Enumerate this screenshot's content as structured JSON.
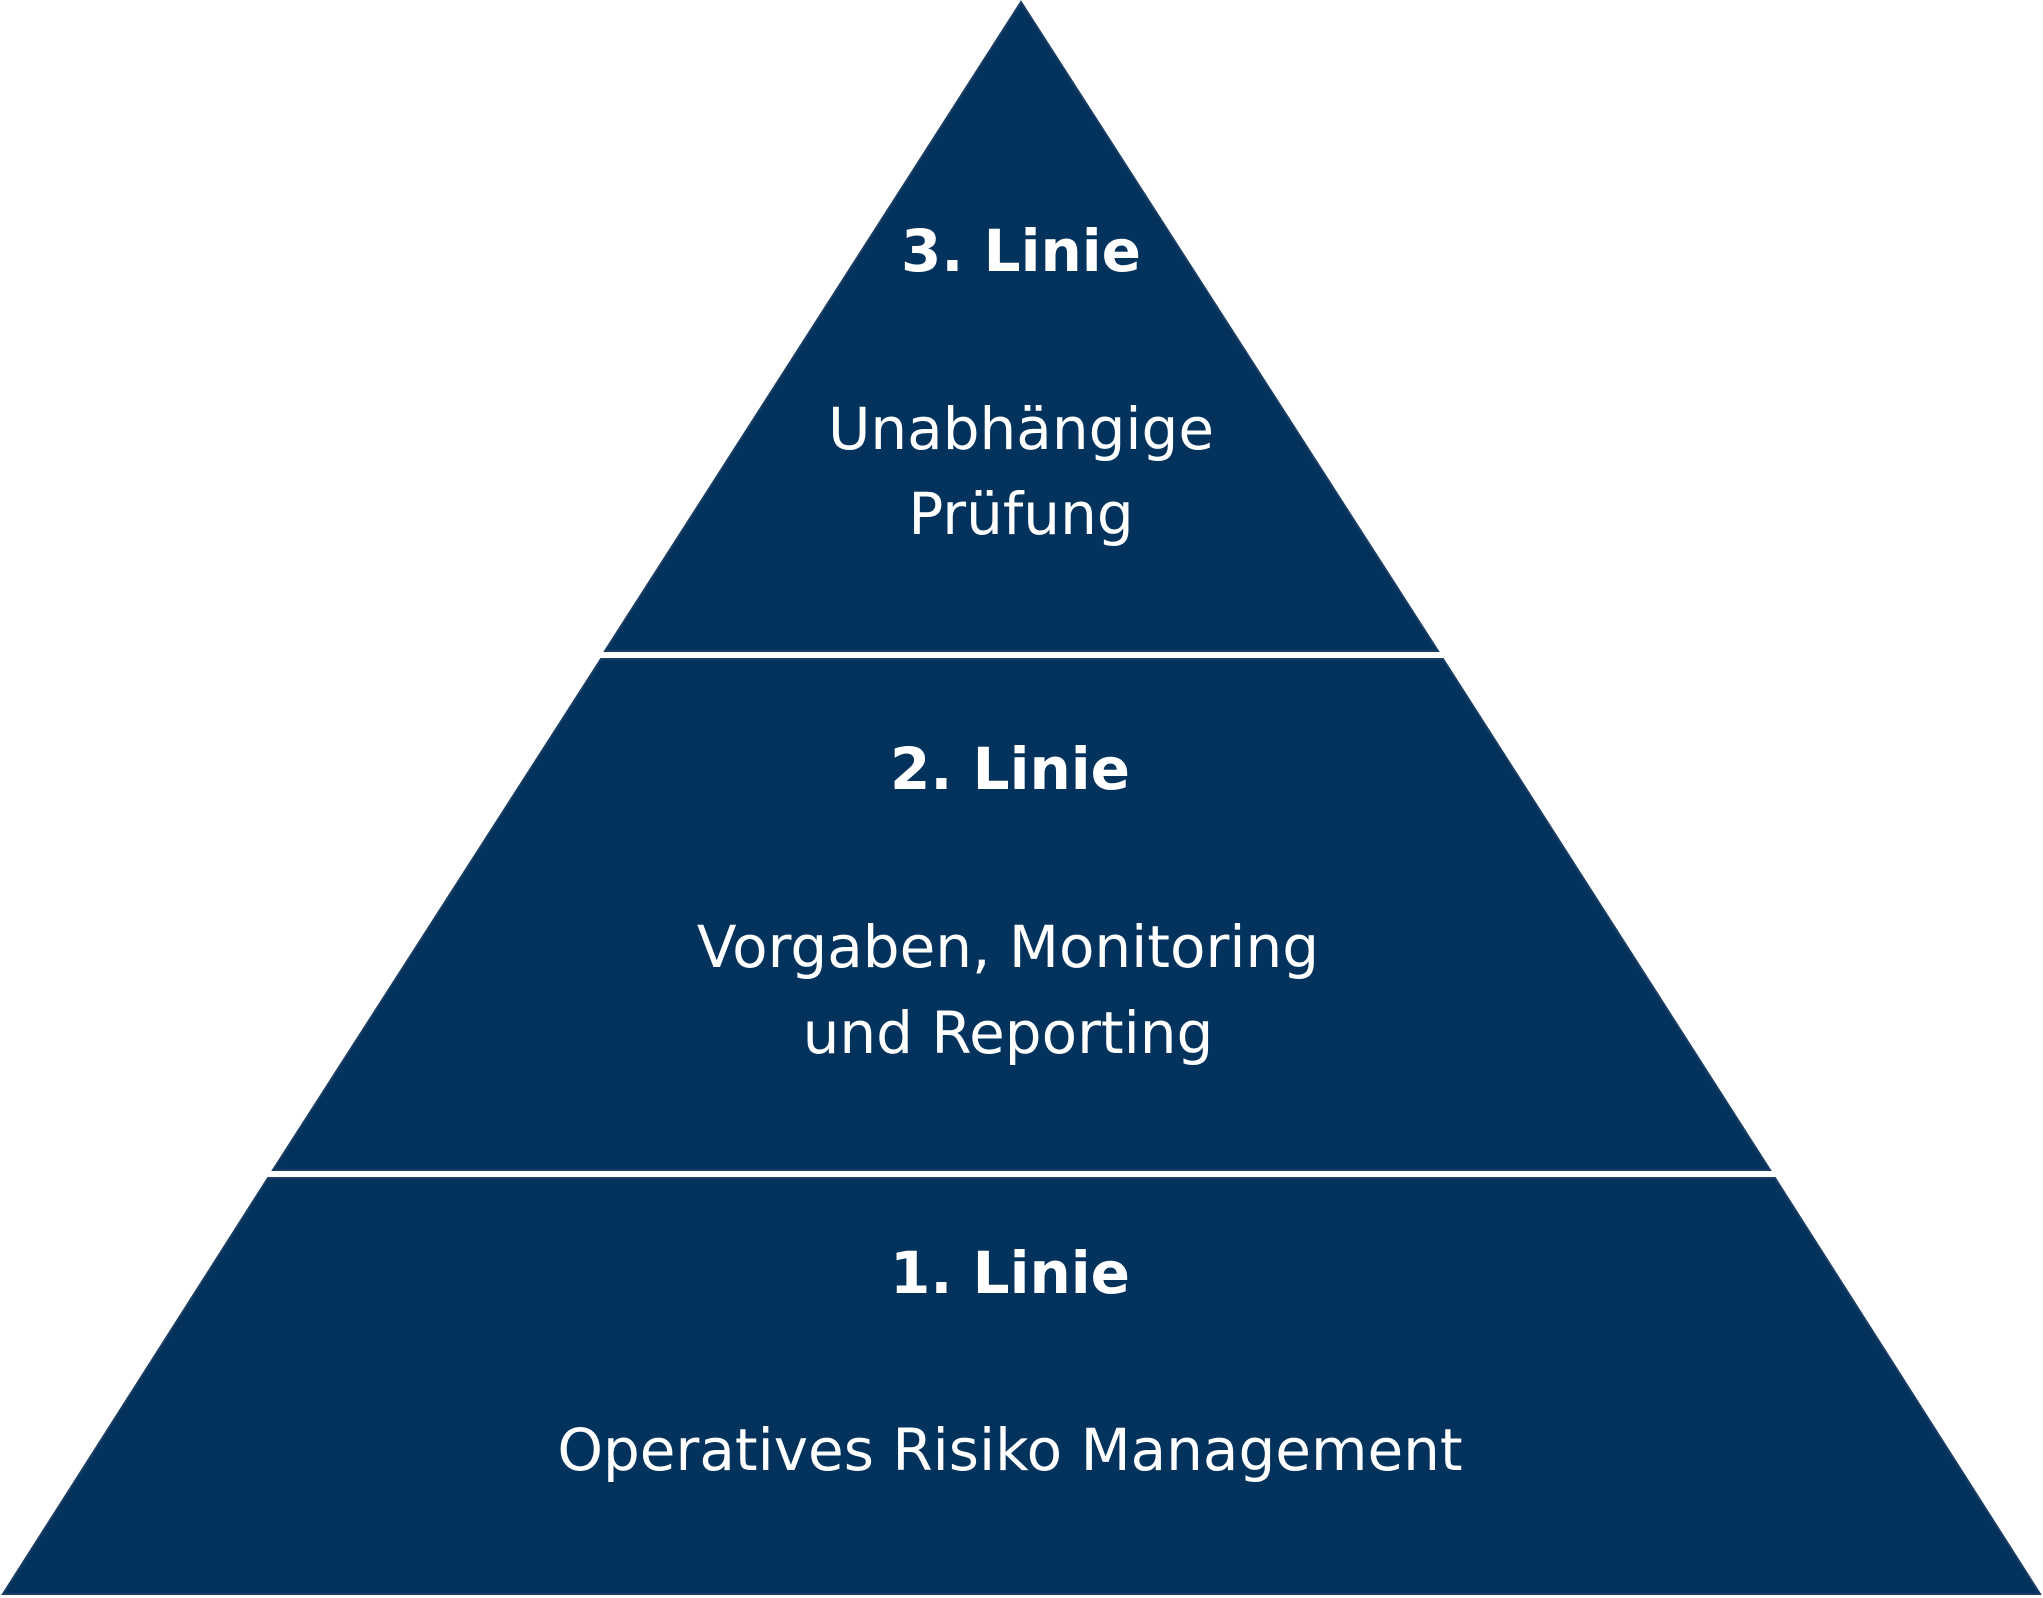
{
  "colors": {
    "tier_fill": "#03335C",
    "text": "#FFFFFF",
    "background": "#FFFFFF"
  },
  "tiers": [
    {
      "title": "3. Linie",
      "lines": [
        "Unabhängige",
        "Prüfung"
      ]
    },
    {
      "title": "2. Linie",
      "lines": [
        "Vorgaben, Monitoring",
        "und Reporting"
      ]
    },
    {
      "title": "1. Linie",
      "lines": [
        "Operatives Risiko Management"
      ]
    }
  ]
}
